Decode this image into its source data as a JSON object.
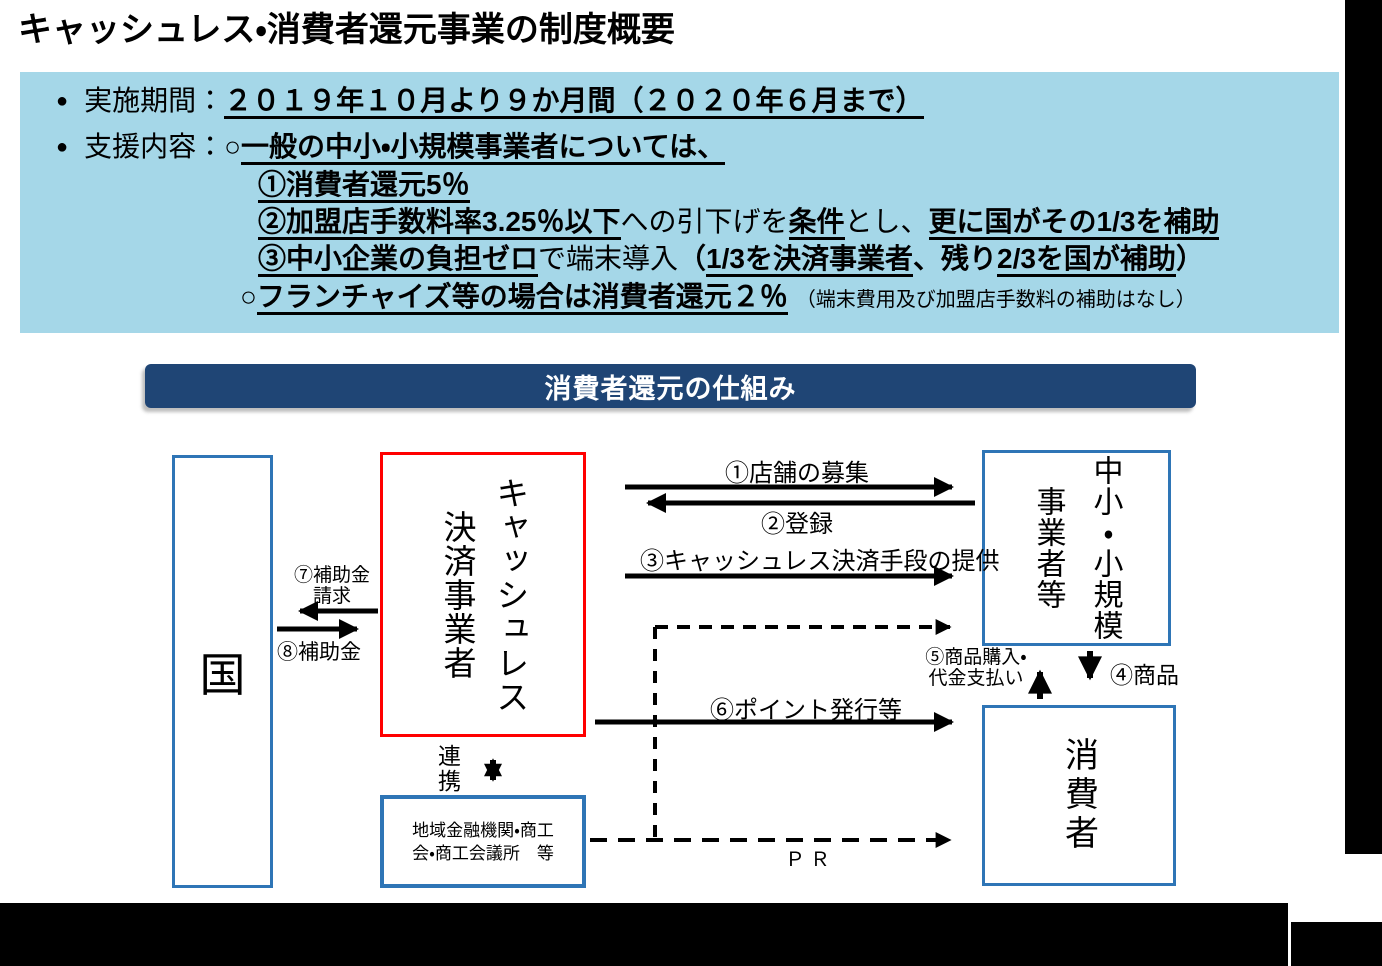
{
  "colors": {
    "band_bg": "#A5D7E8",
    "header_bg": "#1F4575",
    "header_text": "#FFFFFF",
    "box_border_blue": "#2E75B6",
    "box_border_red": "#FF0000",
    "text": "#000000",
    "margin_black": "#000000"
  },
  "title": "キャッシュレス・消費者還元事業の制度概要",
  "summary": {
    "bullet": "●",
    "period_label": "実施期間：",
    "period_value": "２０１９年１０月より９か月間（２０２０年６月まで）",
    "support_label": "支援内容：",
    "general": {
      "prefix": "○",
      "headline": "一般の中小・小規模事業者については、"
    },
    "item1": "①消費者還元5％",
    "item2": {
      "p1": "②加盟店手数料率3.25％以下",
      "p2": "への引下げを",
      "p3": "条件",
      "p4": "とし、",
      "p5": "更に国がその1/3を補助"
    },
    "item3": {
      "p1": "③中小企業の負担ゼロ",
      "p2": "で端末導入",
      "p3": "（",
      "p4": "1/3を決済事業者",
      "p5": "、残り",
      "p6": "2/3を国が補助",
      "p7": "）"
    },
    "franchise": {
      "prefix": "○",
      "main": "フランチャイズ等の場合は消費者還元２％",
      "note": "（端末費用及び加盟店手数料の補助はなし）"
    }
  },
  "diagram": {
    "header": "消費者還元の仕組み",
    "nodes": {
      "government": "国",
      "cashless_line1": "キャッシュレス",
      "cashless_line2": "決済事業者",
      "sme_line1": "中小・小規模",
      "sme_line2": "事業者等",
      "consumer": "消費者",
      "regional_line1": "地域金融機関・商工",
      "regional_line2": "会・商工会議所　等"
    },
    "labels": {
      "a1": "①店舗の募集",
      "a2": "②登録",
      "a3": "③キャッシュレス決済手段の提供",
      "a4": "④商品",
      "a5_line1": "⑤商品購入・",
      "a5_line2": "代金支払い",
      "a6": "⑥ポイント発行等",
      "a7_line1": "⑦補助金",
      "a7_line2": "請求",
      "a8": "⑧補助金",
      "renkei_line1": "連",
      "renkei_line2": "携",
      "pr": "ＰＲ"
    }
  }
}
